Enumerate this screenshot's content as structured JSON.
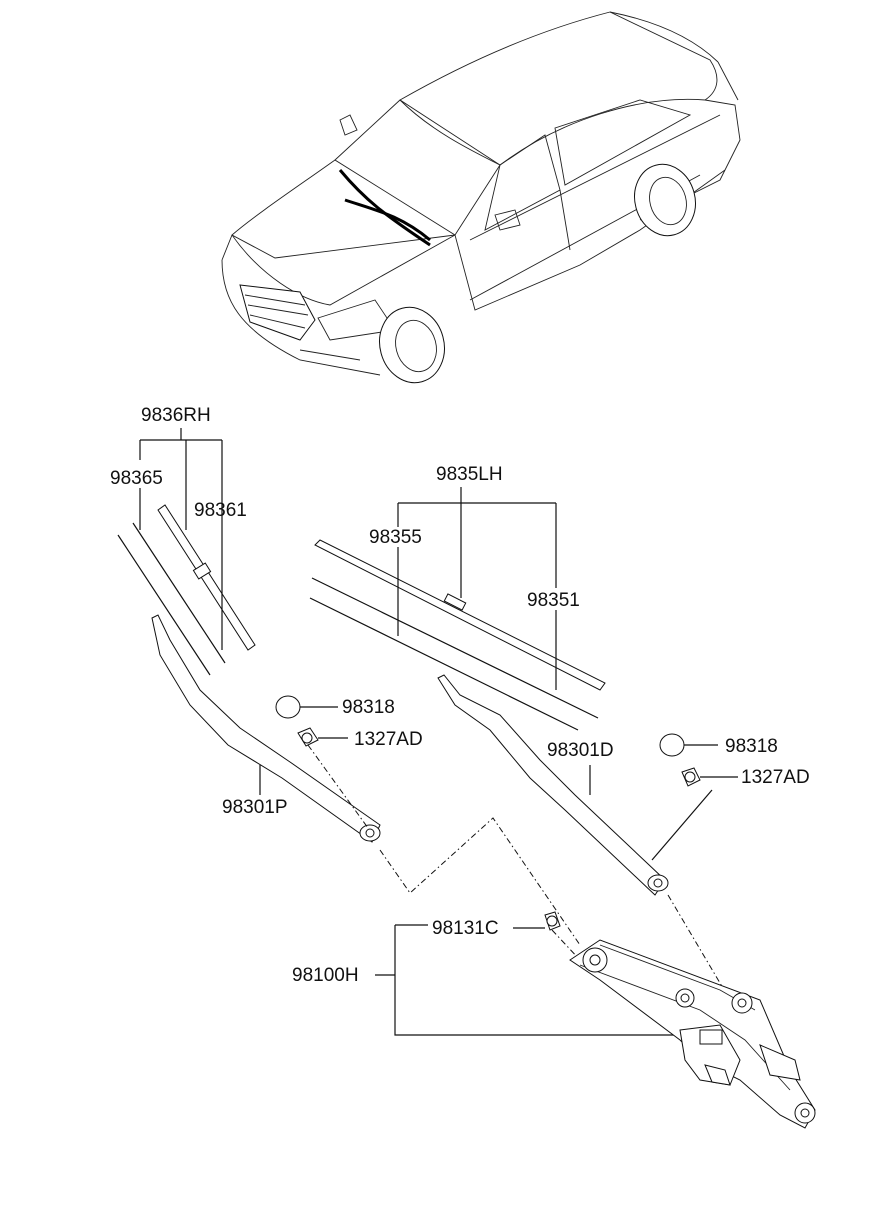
{
  "labels": {
    "rh_blade_set": "9836RH",
    "rh_refill": "98365",
    "rh_blade": "98361",
    "lh_blade_set": "9835LH",
    "lh_refill": "98355",
    "lh_blade": "98351",
    "cap_p": "98318",
    "nut_p": "1327AD",
    "arm_p": "98301P",
    "arm_d": "98301D",
    "cap_d": "98318",
    "nut_d": "1327AD",
    "linkage_cap": "98131C",
    "linkage_assy": "98100H"
  }
}
